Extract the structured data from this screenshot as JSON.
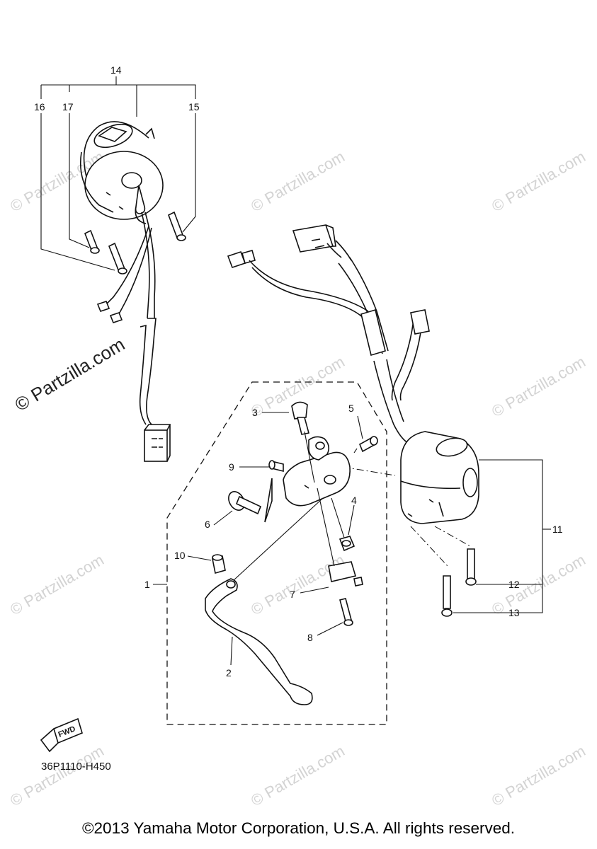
{
  "callouts": {
    "c1": "1",
    "c2": "2",
    "c3": "3",
    "c4": "4",
    "c5": "5",
    "c6": "6",
    "c7": "7",
    "c8": "8",
    "c9": "9",
    "c10": "10",
    "c11": "11",
    "c12": "12",
    "c13": "13",
    "c14": "14",
    "c15": "15",
    "c16": "16",
    "c17": "17"
  },
  "fwd_label": "FWD",
  "diagram_code": "36P1110-H450",
  "copyright": "©2013 Yamaha Motor Corporation, U.S.A. All rights reserved.",
  "watermark": {
    "small": "© Partzilla.com",
    "large": "© Partzilla.com"
  },
  "colors": {
    "line": "#111111",
    "watermark": "#d3d3d3",
    "background": "#ffffff"
  }
}
